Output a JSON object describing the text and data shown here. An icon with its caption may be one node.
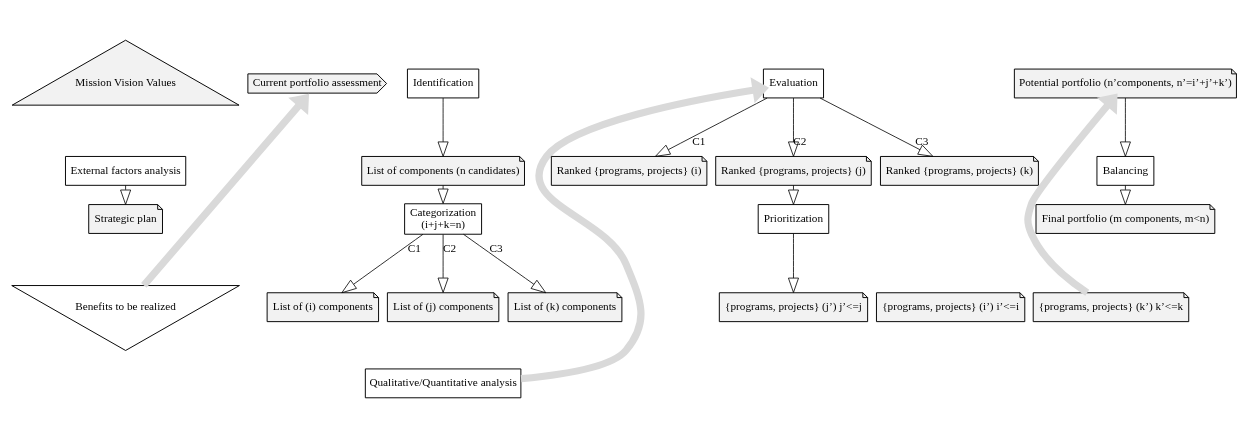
{
  "diagram": {
    "nodes": [
      {
        "text": [
          "Mission Vision Values"
        ]
      },
      {
        "text": [
          "External factors analysis"
        ]
      },
      {
        "text": [
          "Strategic plan"
        ]
      },
      {
        "text": [
          "Benefits to be realized"
        ]
      },
      {
        "text": [
          "Current portfolio assessment"
        ]
      },
      {
        "text": [
          "Identification"
        ]
      },
      {
        "text": [
          "List of components (n candidates)"
        ]
      },
      {
        "text": [
          "Categorization",
          "(i+j+k=n)"
        ]
      },
      {
        "text": [
          "List of (i) components"
        ]
      },
      {
        "text": [
          "List of (j) components"
        ]
      },
      {
        "text": [
          "List of (k) components"
        ]
      },
      {
        "text": [
          "Qualitative/Quantitative analysis"
        ]
      },
      {
        "text": [
          "Evaluation"
        ]
      },
      {
        "text": [
          "Ranked {programs, projects} (i)"
        ]
      },
      {
        "text": [
          "Ranked {programs, projects} (j)"
        ]
      },
      {
        "text": [
          "Ranked {programs, projects} (k)"
        ]
      },
      {
        "text": [
          "Prioritization"
        ]
      },
      {
        "text": [
          "{programs, projects} (i’) i’<=i"
        ]
      },
      {
        "text": [
          "{programs, projects} (j’) j’<=j"
        ]
      },
      {
        "text": [
          "{programs, projects} (k’) k’<=k"
        ]
      },
      {
        "text": [
          "Potential portfolio (n’components, n’=i’+j’+k’)"
        ]
      },
      {
        "text": [
          "Balancing"
        ]
      },
      {
        "text": [
          "Final portfolio (m components, m<n)"
        ]
      }
    ],
    "edges": [
      {
        "from": 1,
        "to": 2,
        "arrow": "to"
      },
      {
        "from": 3,
        "to": 4,
        "arrow": "to",
        "style": "thick",
        "color": "#d9d9d9"
      },
      {
        "from": 5,
        "to": 6,
        "arrow": "to"
      },
      {
        "from": 6,
        "to": 7,
        "arrow": "to"
      },
      {
        "from": 7,
        "to": 8,
        "arrow": "to",
        "label": "C1"
      },
      {
        "from": 7,
        "to": 9,
        "arrow": "to",
        "label": "C2"
      },
      {
        "from": 7,
        "to": 10,
        "arrow": "to",
        "label": "C3"
      },
      {
        "from": 11,
        "to": 12,
        "arrow": "to",
        "style": "thick",
        "color": "#d9d9d9"
      },
      {
        "from": 12,
        "to": 13,
        "arrow": "to",
        "label": "C1"
      },
      {
        "from": 12,
        "to": 14,
        "arrow": "to",
        "label": "C2"
      },
      {
        "from": 12,
        "to": 15,
        "arrow": "to",
        "label": "C3"
      },
      {
        "from": 14,
        "to": 16,
        "arrow": "to"
      },
      {
        "from": 16,
        "to": 18,
        "arrow": "to"
      },
      {
        "from": 19,
        "to": 20,
        "arrow": "to",
        "style": "thick",
        "color": "#d9d9d9"
      },
      {
        "from": 20,
        "to": 21,
        "arrow": "to"
      },
      {
        "from": 21,
        "to": 22,
        "arrow": "to"
      }
    ]
  }
}
